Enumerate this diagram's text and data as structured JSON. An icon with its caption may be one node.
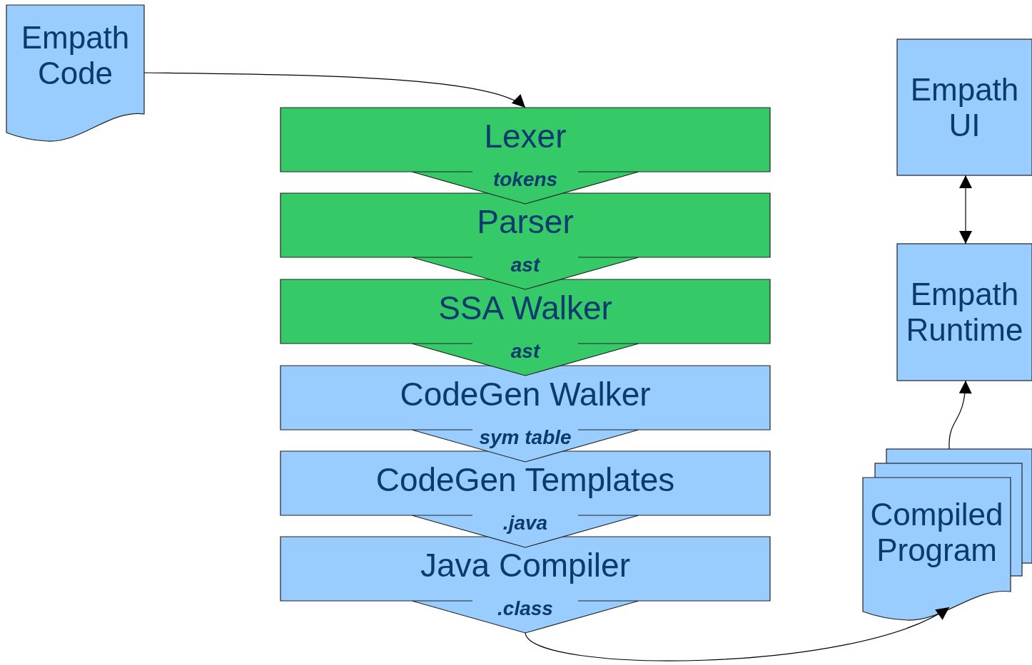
{
  "diagram": {
    "nodes": [
      {
        "text": [
          "Empath Code"
        ]
      },
      {
        "text": [
          "Lexer",
          "tokens"
        ]
      },
      {
        "text": [
          "Parser",
          "ast"
        ]
      },
      {
        "text": [
          "SSA Walker",
          "ast"
        ]
      },
      {
        "text": [
          "CodeGen Walker",
          "sym table"
        ]
      },
      {
        "text": [
          "CodeGen Templates",
          ".java"
        ]
      },
      {
        "text": [
          "Java Compiler",
          ".class"
        ]
      },
      {
        "text": [
          "Empath UI"
        ]
      },
      {
        "text": [
          "Empath Runtime"
        ]
      },
      {
        "text": [
          "Compiled Program"
        ]
      }
    ],
    "edges": [
      {
        "from": 0,
        "to": 1,
        "arrow": "to"
      },
      {
        "from": 6,
        "to": 9,
        "arrow": "to"
      },
      {
        "from": 7,
        "to": 8,
        "arrow": "both"
      },
      {
        "from": 9,
        "to": 8,
        "arrow": "to"
      }
    ]
  }
}
